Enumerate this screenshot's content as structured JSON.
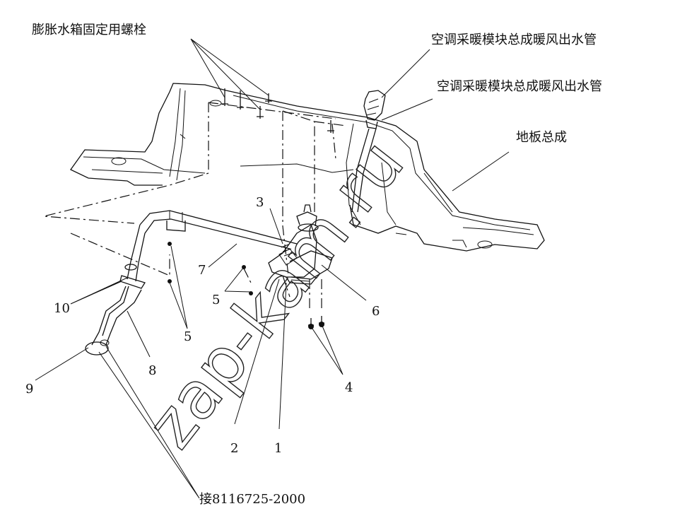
{
  "labels": {
    "bolt": "膨胀水箱固定用螺栓",
    "outlet_pipe_1": "空调采暖模块总成暖风出水管",
    "outlet_pipe_2": "空调采暖模块总成暖风出水管",
    "floor": "地板总成",
    "connect": "接8116725-2000"
  },
  "callouts": [
    "1",
    "2",
    "3",
    "4",
    "5",
    "5",
    "6",
    "7",
    "8",
    "9",
    "10"
  ],
  "watermark": "zap-kam.ru"
}
